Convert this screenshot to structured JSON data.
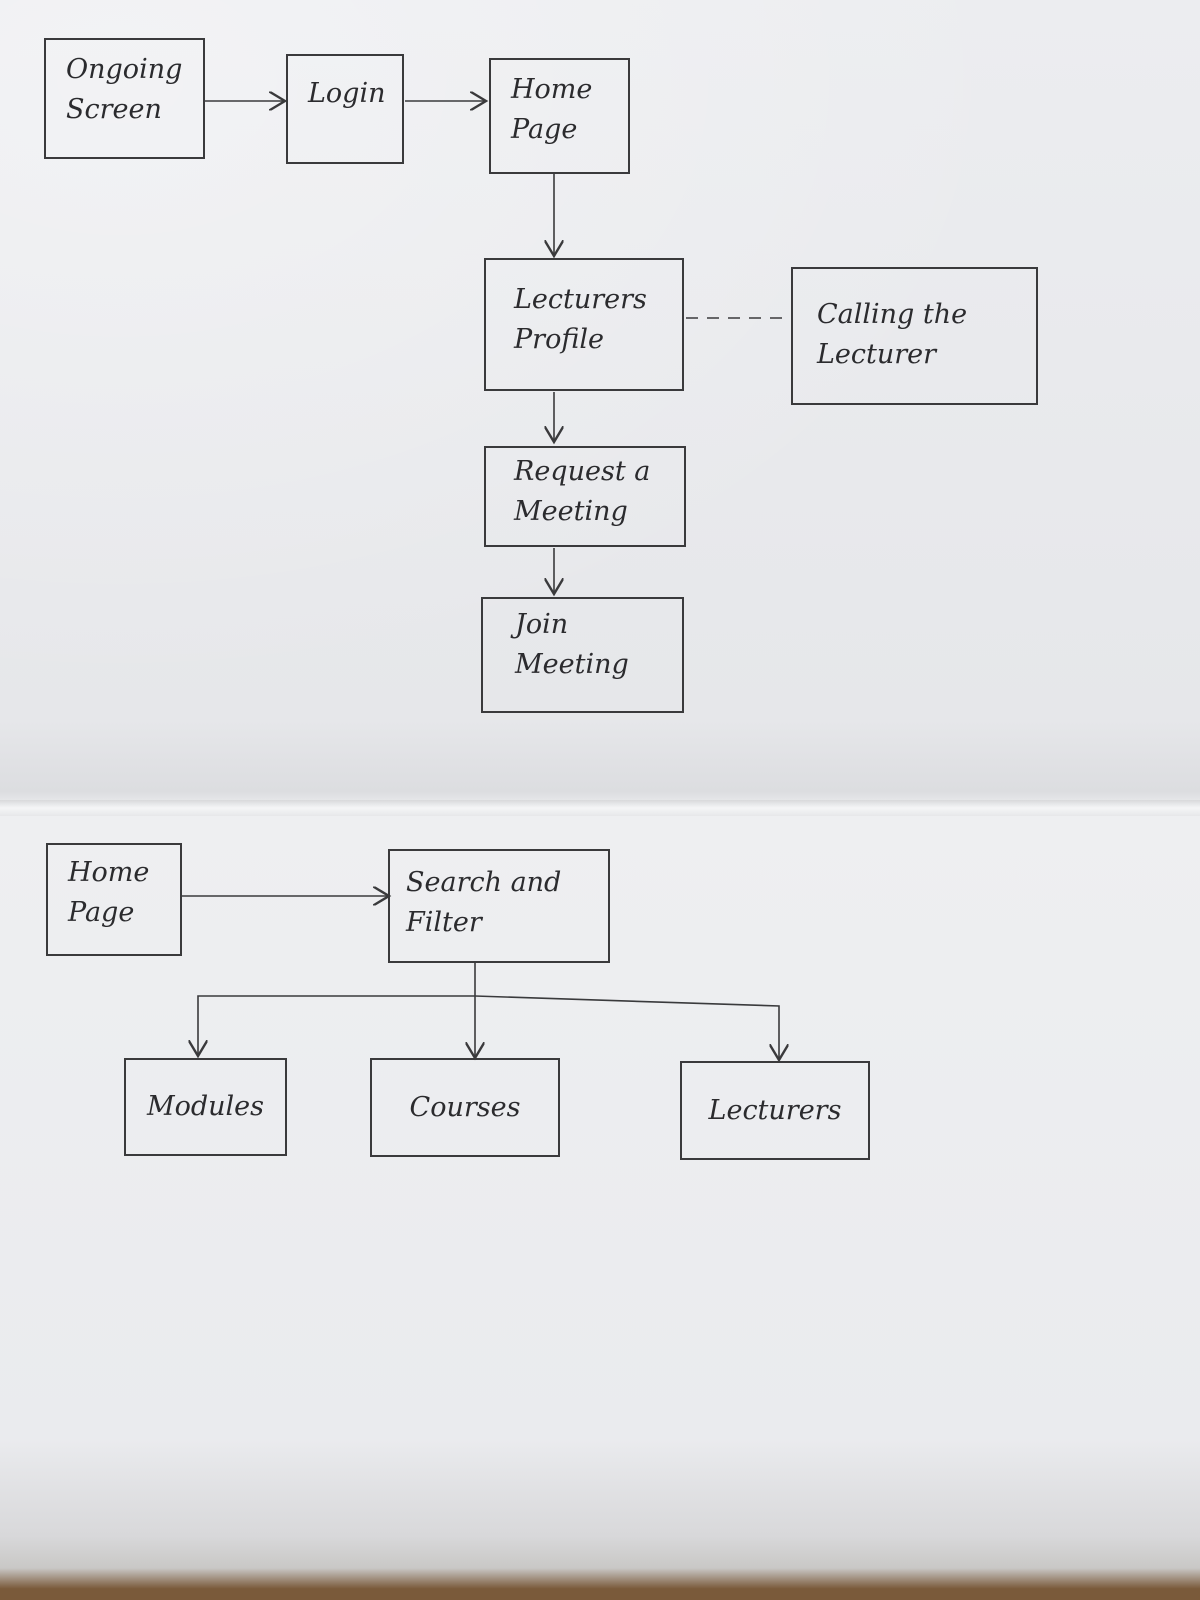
{
  "flow1": {
    "ongoing_screen": "Ongoing Screen",
    "login": "Login",
    "home_page": "Home Page",
    "lecturers_profile": "Lecturers Profile",
    "calling_lecturer": "Calling the Lecturer",
    "request_meeting": "Request a Meeting",
    "join_meeting": "Join Meeting"
  },
  "flow2": {
    "home_page": "Home Page",
    "search_filter": "Search and Filter",
    "modules": "Modules",
    "courses": "Courses",
    "lecturers": "Lecturers"
  },
  "colors": {
    "ink": "#3a3a3c",
    "paper": "#eaebee"
  }
}
